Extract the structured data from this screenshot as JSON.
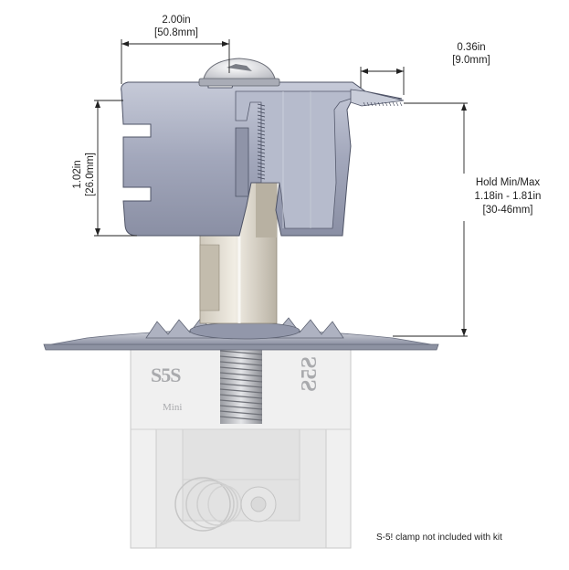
{
  "dimensions": {
    "width": {
      "inches": "2.00in",
      "mm": "[50.8mm]"
    },
    "lip": {
      "inches": "0.36in",
      "mm": "[9.0mm]"
    },
    "height": {
      "inches": "1.02in",
      "mm": "[26.0mm]"
    },
    "hold": {
      "title": "Hold Min/Max",
      "range": "1.18in - 1.81in",
      "mm": "[30-46mm]"
    }
  },
  "brand": {
    "logo": "S5S",
    "model": "Mini",
    "logo_mirrored": "S5S"
  },
  "footnote": "S-5! clamp not included with kit",
  "colors": {
    "rail": "#a4a9bd",
    "rail_dark": "#7d8397",
    "post": "#d8d2c6",
    "clamp": "#eeeeee",
    "line": "#222222"
  }
}
